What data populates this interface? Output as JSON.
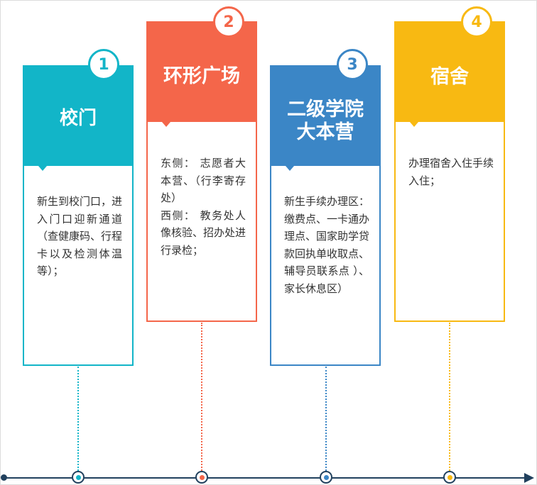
{
  "steps": [
    {
      "number": "1",
      "title": "校门",
      "body": "新生到校门口，进入门口迎新通道（查健康码、行程卡以及检测体温等）；",
      "color": "#12b5c8"
    },
    {
      "number": "2",
      "title": "环形广场",
      "body": "东侧： 志愿者大本营、（行李寄存处）\n西侧： 教务处人像核验、招办处进行录检；",
      "color": "#f4664a"
    },
    {
      "number": "3",
      "title": "二级学院\n大本营",
      "body": "新生手续办理区：缴费点、一卡通办理点、国家助学贷款回执单收取点、辅导员联系点 ）、家长休息区）",
      "color": "#3b86c6"
    },
    {
      "number": "4",
      "title": "宿舍",
      "body": "办理宿舍入住手续入住；",
      "color": "#f8b912"
    }
  ],
  "axis_color": "#21415e"
}
